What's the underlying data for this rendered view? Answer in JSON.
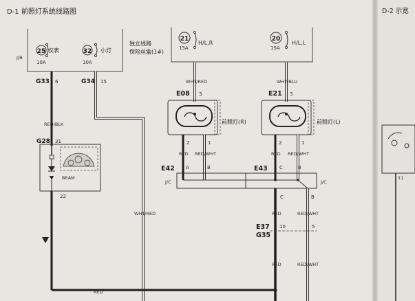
{
  "titles": {
    "main": "D-1  前照灯系统线路图",
    "next": "D-2 示宽"
  },
  "left_box": {
    "box_label": "J/B",
    "fuses": [
      {
        "number": "25",
        "name": "仪表",
        "rating": "10A"
      },
      {
        "number": "32",
        "name": "小灯",
        "rating": "10A"
      }
    ],
    "note_line1": "独立线路",
    "note_line2": "保险丝盒(1#)"
  },
  "right_box": {
    "fuses": [
      {
        "number": "21",
        "name": "H/L,R",
        "rating": "15A"
      },
      {
        "number": "20",
        "name": "H/L,L",
        "rating": "15A"
      }
    ]
  },
  "connectors": {
    "g33": "G33",
    "g34": "G34",
    "g28": "G28",
    "e08": "E08",
    "e21": "E21",
    "e42": "E42",
    "e43": "E43",
    "e37": "E37",
    "g35": "G35"
  },
  "pins": {
    "g33": "6",
    "g34": "15",
    "g28_top": "31",
    "g28_bottom": "22",
    "e08_3": "3",
    "e21_3": "3",
    "e08_2": "2",
    "e08_1": "1",
    "e21_2": "2",
    "e21_1": "1",
    "e42_a": "A",
    "e42_b": "B",
    "e43_c": "C",
    "e43_b": "B",
    "jc_c": "C",
    "jc_b": "B",
    "e37_10": "10",
    "e37_5": "5"
  },
  "wires": {
    "red_blk": "RED/BLK",
    "wht_red": "WHT/RED",
    "wht_red_r": "WHT/RED",
    "wht_blu": "WHT/BLU",
    "red_e08": "RED",
    "red_wht_e08": "RED/WHT",
    "red_e21": "RED",
    "red_wht_e21": "RED/WHT",
    "red_mid": "RED",
    "red_wht_mid": "RED/WHT",
    "red_low": "RED",
    "red_wht_low": "RED/WHT",
    "red_bus": "RED"
  },
  "cluster": {
    "beam": "BEAM",
    "ground_mark": "S"
  },
  "headlamps": {
    "right": "前照灯(R)",
    "left": "前照灯(L)"
  },
  "joint": {
    "left_label": "J/C",
    "right_label": "J/C"
  },
  "right_page": {
    "pin": "11"
  }
}
